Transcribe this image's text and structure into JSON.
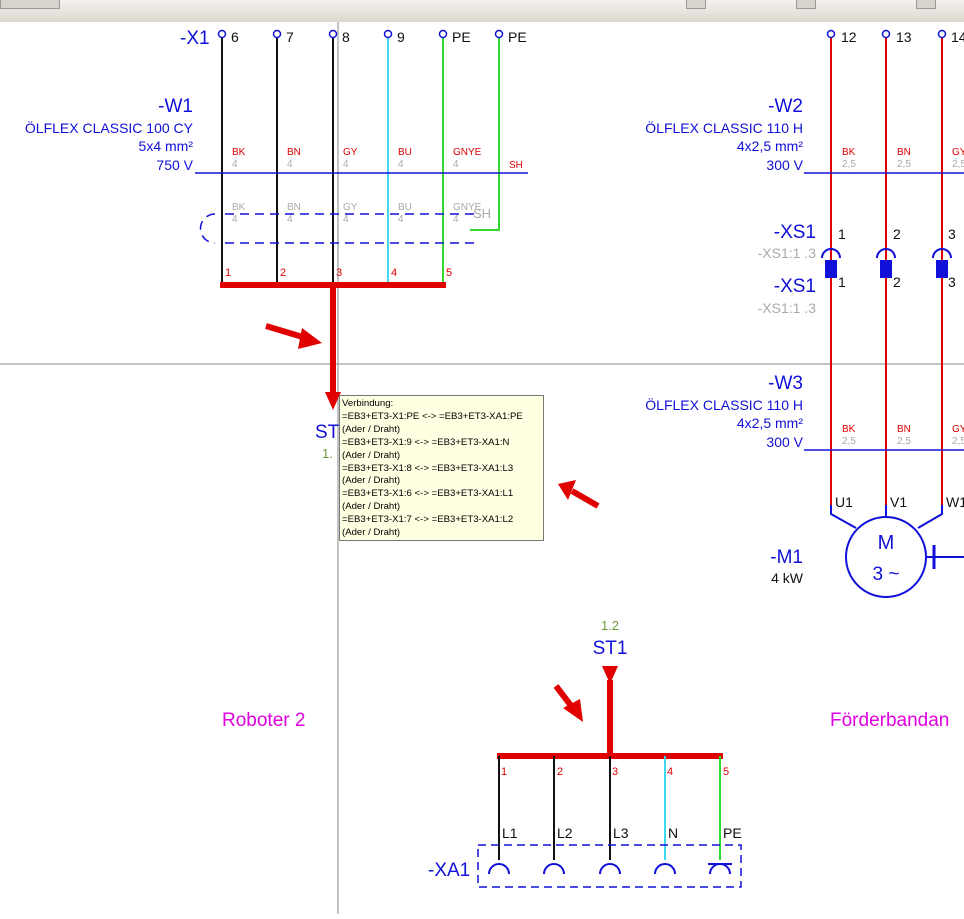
{
  "terminal_x1": {
    "tag": "-X1",
    "terminals": [
      "6",
      "7",
      "8",
      "9",
      "PE",
      "PE"
    ]
  },
  "terminal_x2": {
    "terminals": [
      "12",
      "13",
      "14"
    ]
  },
  "cable_w1": {
    "tag": "-W1",
    "type": "ÖLFLEX CLASSIC 100 CY",
    "cross_section": "5x4 mm²",
    "voltage": "750 V",
    "cores": [
      "BK",
      "BN",
      "GY",
      "BU",
      "GNYE"
    ],
    "core_size": "4",
    "shield": "SH"
  },
  "cable_w2": {
    "tag": "-W2",
    "type": "ÖLFLEX CLASSIC 110 H",
    "cross_section": "4x2,5 mm²",
    "voltage": "300 V",
    "cores": [
      "BK",
      "BN",
      "GY"
    ],
    "core_size": "2,5"
  },
  "cable_w3": {
    "tag": "-W3",
    "type": "ÖLFLEX CLASSIC 110 H",
    "cross_section": "4x2,5 mm²",
    "voltage": "300 V",
    "cores": [
      "BK",
      "BN",
      "GY"
    ],
    "core_size": "2,5"
  },
  "plug_xs1": {
    "tag": "-XS1",
    "ref": "-XS1:1 .3",
    "pins": [
      "1",
      "2",
      "3"
    ]
  },
  "motor": {
    "tag": "-M1",
    "power": "4 kW",
    "symbol": "M",
    "phase": "3 ~",
    "terminals": [
      "U1",
      "V1",
      "W1"
    ]
  },
  "interruption_points": {
    "top_numbers": [
      "1",
      "2",
      "3",
      "4",
      "5"
    ],
    "st_partial": "ST",
    "ref_partial": "1.",
    "bottom_tag": "ST1",
    "bottom_ref": "1.2",
    "bottom_numbers": [
      "1",
      "2",
      "3",
      "4",
      "5"
    ]
  },
  "socket_xa1": {
    "tag": "-XA1",
    "pins": [
      "L1",
      "L2",
      "L3",
      "N",
      "PE"
    ]
  },
  "sections": {
    "left": "Roboter 2",
    "right": "Förderbandan"
  },
  "tooltip": {
    "lines": [
      "Verbindung:",
      "=EB3+ET3-X1:PE <-> =EB3+ET3-XA1:PE",
      "(Ader / Draht)",
      "=EB3+ET3-X1:9 <-> =EB3+ET3-XA1:N",
      "(Ader / Draht)",
      "=EB3+ET3-X1:8 <-> =EB3+ET3-XA1:L3",
      "(Ader / Draht)",
      "=EB3+ET3-X1:6 <-> =EB3+ET3-XA1:L1",
      "(Ader / Draht)",
      "=EB3+ET3-X1:7 <-> =EB3+ET3-XA1:L2",
      "(Ader / Draht)"
    ]
  },
  "colors": {
    "wire_black": "#101010",
    "wire_cyan": "#40d8f0",
    "wire_green": "#30d830",
    "wire_red": "#e00000",
    "symbol_blue": "#1010d8",
    "label_magenta": "#e000e0",
    "tooltip_bg": "#ffffe1"
  },
  "icons": {
    "annotation_arrow": "red-arrow-icon"
  }
}
